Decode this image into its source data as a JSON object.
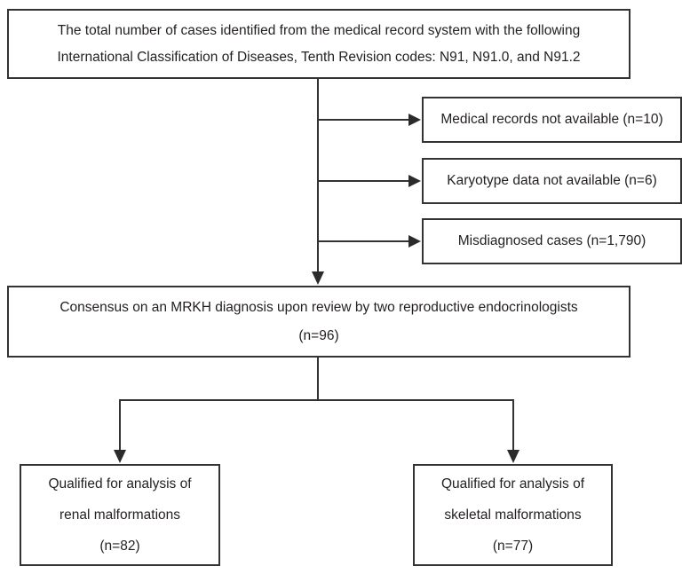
{
  "flowchart": {
    "top_box": {
      "line1": "The total number of cases identified from the medical record system with the following",
      "line2": "International Classification of Diseases, Tenth Revision codes: N91, N91.0, and N91.2"
    },
    "exclusions": [
      {
        "label": "Medical records not available (n=10)"
      },
      {
        "label": "Karyotype data not available (n=6)"
      },
      {
        "label": "Misdiagnosed cases (n=1,790)"
      }
    ],
    "consensus_box": {
      "line1": "Consensus on an MRKH diagnosis upon review by two reproductive endocrinologists",
      "line2": "(n=96)"
    },
    "outcomes": [
      {
        "line1": "Qualified for analysis of",
        "line2": "renal malformations",
        "line3": "(n=82)"
      },
      {
        "line1": "Qualified for analysis of",
        "line2": "skeletal malformations",
        "line3": "(n=77)"
      }
    ],
    "colors": {
      "border": "#333333",
      "text": "#231f20",
      "background": "#ffffff"
    }
  }
}
